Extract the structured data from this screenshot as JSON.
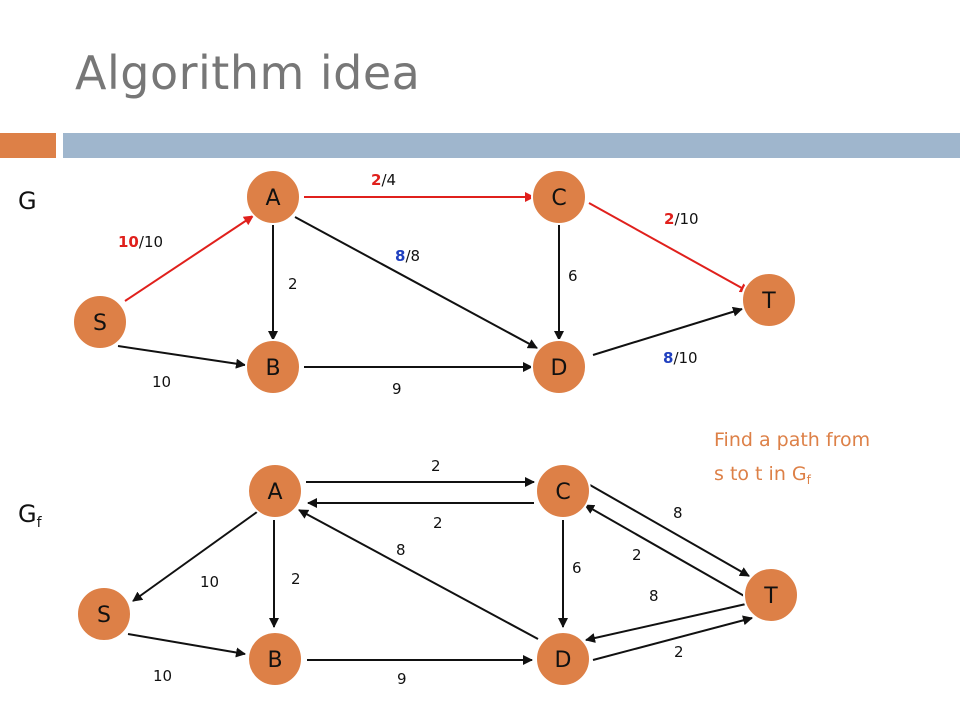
{
  "title": "Algorithm idea",
  "colors": {
    "accent": "#dd8047",
    "bar_blue": "#9fb6cd",
    "node_fill": "#dd8047",
    "node_stroke": "#ffffff",
    "path_red": "#e0201c",
    "flow_blue": "#1f3fbf",
    "edge_black": "#111111"
  },
  "graph_g": {
    "name": "G",
    "nodes": [
      "A",
      "C",
      "S",
      "T",
      "B",
      "D"
    ],
    "edges": [
      {
        "from": "S",
        "to": "A",
        "flow": "10",
        "capacity": "10",
        "on_path": true
      },
      {
        "from": "A",
        "to": "C",
        "flow": "2",
        "capacity": "4",
        "on_path": true
      },
      {
        "from": "C",
        "to": "T",
        "flow": "2",
        "capacity": "10",
        "on_path": true
      },
      {
        "from": "A",
        "to": "D",
        "flow": "8",
        "capacity": "8",
        "on_path": false
      },
      {
        "from": "D",
        "to": "T",
        "flow": "8",
        "capacity": "10",
        "on_path": false
      },
      {
        "from": "A",
        "to": "B",
        "label": "2"
      },
      {
        "from": "C",
        "to": "D",
        "label": "6"
      },
      {
        "from": "S",
        "to": "B",
        "label": "10"
      },
      {
        "from": "B",
        "to": "D",
        "label": "9"
      }
    ]
  },
  "graph_gf": {
    "name": "G",
    "subscript": "f",
    "nodes": [
      "A",
      "C",
      "S",
      "T",
      "B",
      "D"
    ],
    "edges": [
      {
        "from": "A",
        "to": "C",
        "label": "2"
      },
      {
        "from": "C",
        "to": "A",
        "label": "2"
      },
      {
        "from": "C",
        "to": "T",
        "label": "8"
      },
      {
        "from": "T",
        "to": "C",
        "label": "2"
      },
      {
        "from": "T",
        "to": "D",
        "label": "8"
      },
      {
        "from": "D",
        "to": "T",
        "label": "2"
      },
      {
        "from": "D",
        "to": "A",
        "label": "8"
      },
      {
        "from": "A",
        "to": "S",
        "label": "10"
      },
      {
        "from": "A",
        "to": "B",
        "label": "2"
      },
      {
        "from": "C",
        "to": "D",
        "label": "6"
      },
      {
        "from": "S",
        "to": "B",
        "label": "10"
      },
      {
        "from": "B",
        "to": "D",
        "label": "9"
      }
    ]
  },
  "note": {
    "line1": "Find a path from",
    "line2": "s to t in G",
    "line2_sub": "f"
  }
}
